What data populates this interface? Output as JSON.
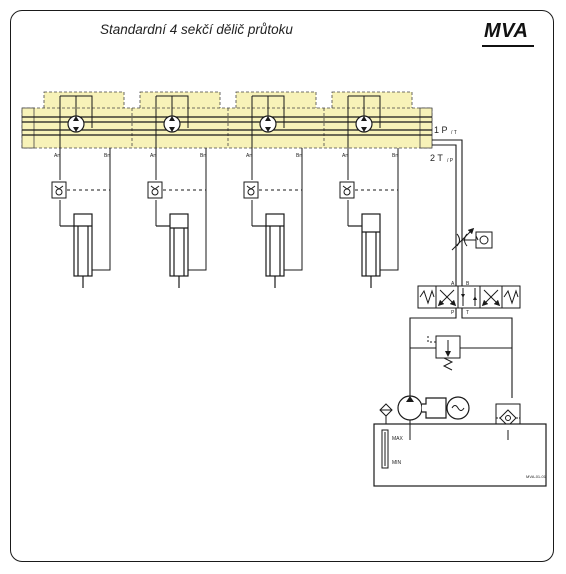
{
  "header": {
    "title": "Standardní  4 sekčí dělič průtoku",
    "brand": "MVA"
  },
  "ports": {
    "pressure_label": "1 P",
    "pressure_sub": "/ T",
    "tank_label": "2 T",
    "tank_sub": "/ P"
  },
  "section_ports": {
    "a": "An",
    "b": "Bn"
  },
  "valve_ports": {
    "a": "A",
    "b": "B",
    "p": "P",
    "t": "T"
  },
  "reservoir": {
    "max": "MAX",
    "min": "MIN"
  },
  "drawing_code": "MVA-01-01",
  "colors": {
    "block_fill": "#f7f2b8",
    "line": "#1a1a1a",
    "dash": "#1a1a1a"
  },
  "sections": [
    {
      "id": 1,
      "a_label": "An",
      "b_label": "Bn"
    },
    {
      "id": 2,
      "a_label": "An",
      "b_label": "Bn"
    },
    {
      "id": 3,
      "a_label": "An",
      "b_label": "Bn"
    },
    {
      "id": 4,
      "a_label": "An",
      "b_label": "Bn"
    }
  ]
}
